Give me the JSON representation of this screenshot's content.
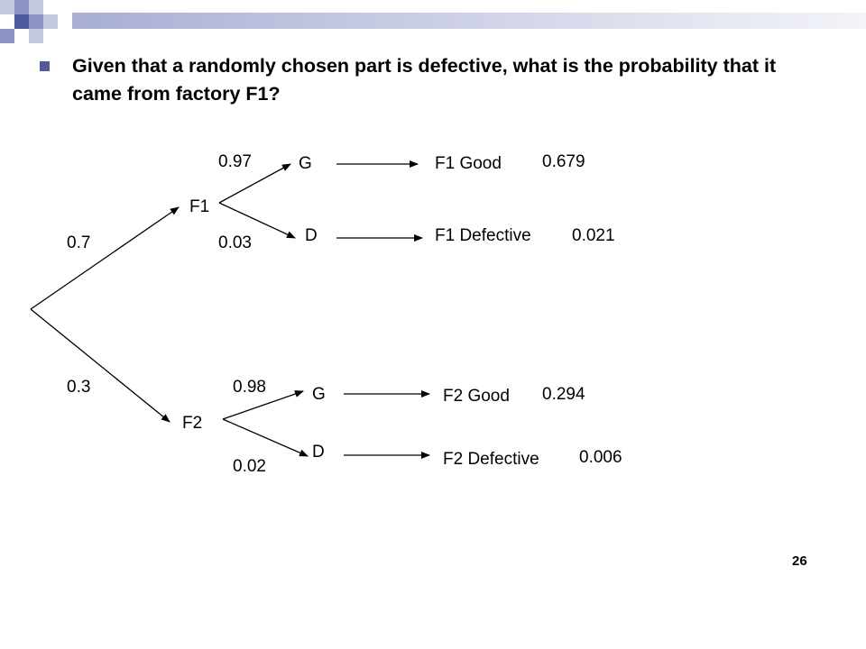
{
  "slide": {
    "question": "Given that a randomly chosen part is defective, what is the probability that it came from factory F1?",
    "page_number": "26"
  },
  "colors": {
    "bar_light": "#c5c9e0",
    "bar_mid": "#8c93c6",
    "bar_dark": "#4f5aa0",
    "text": "#000000"
  },
  "tree": {
    "root_branches": [
      {
        "factory": "F1",
        "probability": "0.7"
      },
      {
        "factory": "F2",
        "probability": "0.3"
      }
    ],
    "f1": {
      "label": "F1",
      "good": {
        "node": "G",
        "probability": "0.97",
        "outcome": "F1 Good",
        "joint": "0.679"
      },
      "defective": {
        "node": "D",
        "probability": "0.03",
        "outcome": "F1 Defective",
        "joint": "0.021"
      }
    },
    "f2": {
      "label": "F2",
      "good": {
        "node": "G",
        "probability": "0.98",
        "outcome": "F2 Good",
        "joint": "0.294"
      },
      "defective": {
        "node": "D",
        "probability": "0.02",
        "outcome": "F2 Defective",
        "joint": "0.006"
      }
    }
  }
}
